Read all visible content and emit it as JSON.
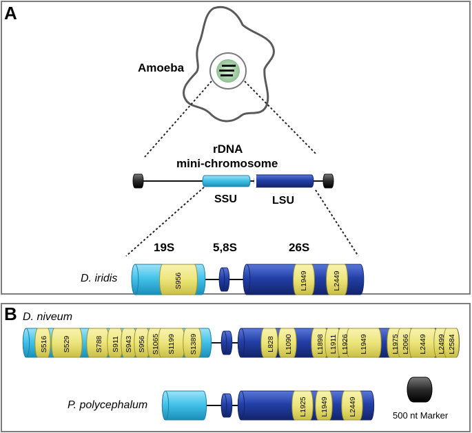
{
  "panel_a": {
    "letter": "A",
    "organism_label": "Amoeba",
    "chromosome_title_line1": "rDNA",
    "chromosome_title_line2": "mini-chromosome",
    "ssu_label": "SSU",
    "lsu_label": "LSU",
    "subunit_19s": "19S",
    "subunit_58s": "5,8S",
    "subunit_26s": "26S",
    "species": "D. iridis",
    "iridis_segments": [
      {
        "label": "",
        "color": "cyan"
      },
      {
        "label": "S956",
        "color": "yellow"
      },
      {
        "label": "",
        "color": "cyan"
      },
      {
        "label": "",
        "color": "blue"
      },
      {
        "label": "L1949",
        "color": "yellow"
      },
      {
        "label": "",
        "color": "blue"
      },
      {
        "label": "L2449",
        "color": "yellow"
      },
      {
        "label": "",
        "color": "blue"
      }
    ]
  },
  "panel_b": {
    "letter": "B",
    "species_top": "D. niveum",
    "species_bottom": "P. polycephalum",
    "marker_label": "500 nt Marker",
    "niveum_ssu": [
      "S516",
      "S529",
      "S788",
      "S911",
      "S943",
      "S956",
      "S1065",
      "S1199",
      "S1389"
    ],
    "niveum_lsu": [
      "L828",
      "L1090",
      "L1898",
      "L1911",
      "L1926",
      "L1949",
      "L1975",
      "L2066",
      "L2449",
      "L2499",
      "L2584"
    ],
    "poly_lsu": [
      "L1925",
      "L1949",
      "L2449"
    ]
  },
  "colors": {
    "cyan": "#45c3ea",
    "blue": "#2340a8",
    "yellow": "#ede57a",
    "frame": "#7d7d7d"
  }
}
